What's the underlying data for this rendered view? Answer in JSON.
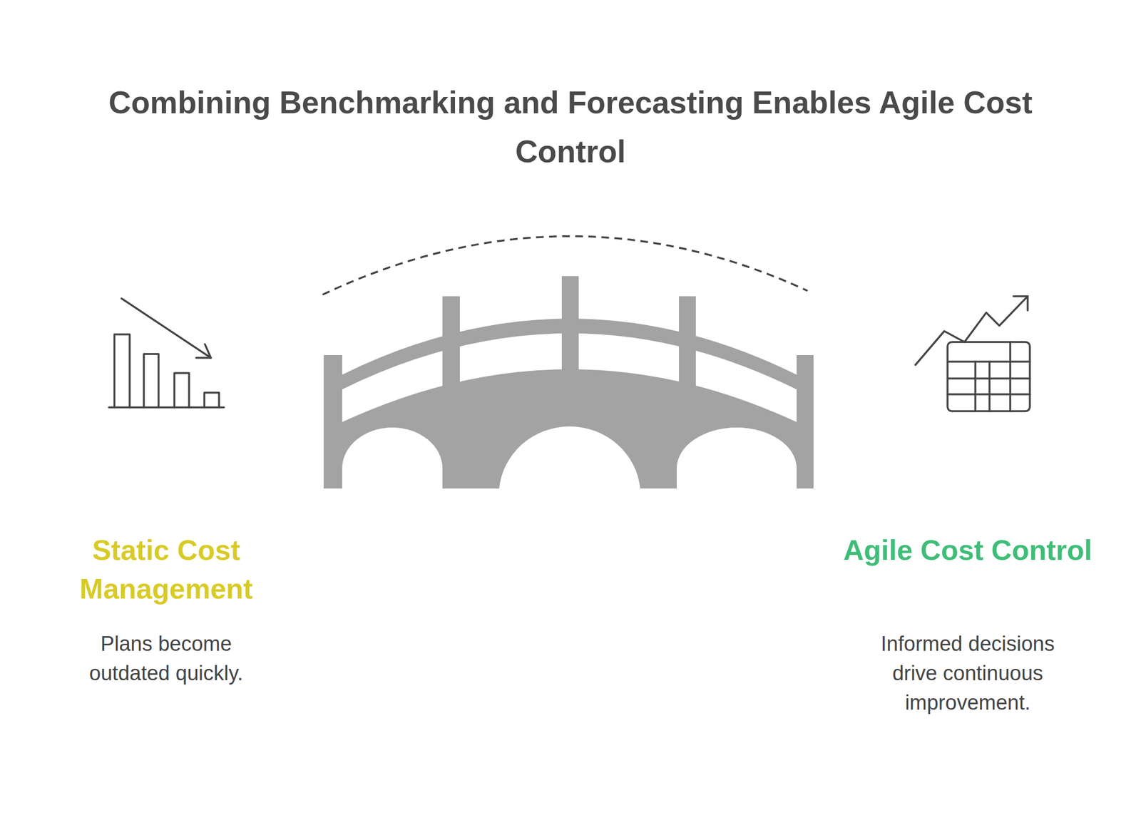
{
  "diagram": {
    "title": "Combining Benchmarking and Forecasting Enables Agile Cost Control",
    "labels": [
      "Static Cost Management",
      "Plans become outdated quickly.",
      "Agile Cost Control",
      "Informed decisions drive continuous improvement."
    ]
  }
}
